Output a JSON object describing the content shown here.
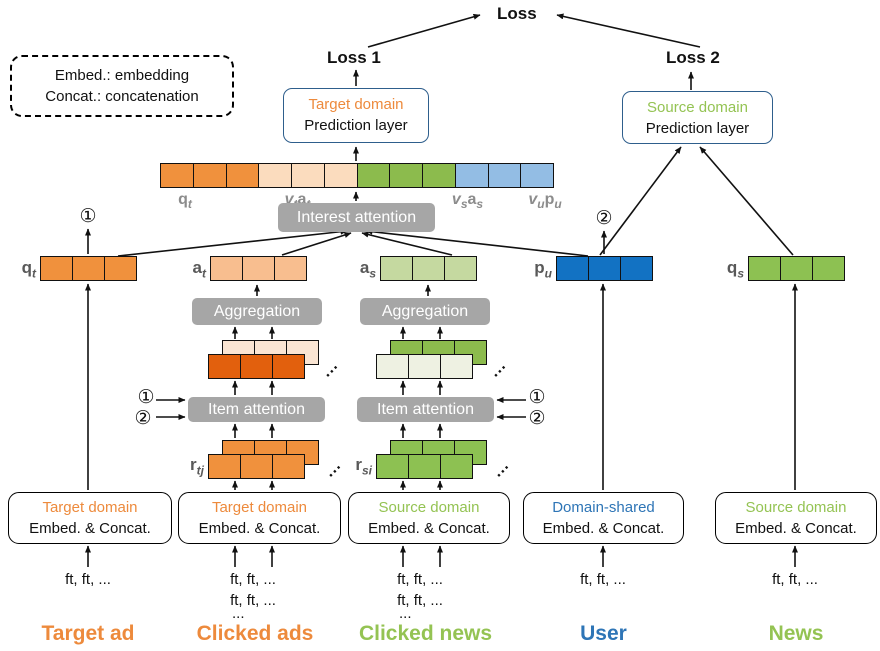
{
  "losses": {
    "root": "Loss",
    "loss1": "Loss 1",
    "loss2": "Loss 2"
  },
  "legend": {
    "line1": "Embed.: embedding",
    "line2": "Concat.: concatenation"
  },
  "prediction_boxes": {
    "target": {
      "domain": "Target domain",
      "layer": "Prediction layer"
    },
    "source": {
      "domain": "Source domain",
      "layer": "Prediction layer"
    }
  },
  "attention": {
    "interest": "Interest attention",
    "item": "Item attention",
    "aggregation": "Aggregation"
  },
  "markers": {
    "one": "①",
    "two": "②"
  },
  "bar_labels": {
    "qt": {
      "main": "q",
      "sub": "t"
    },
    "vtat": {
      "v": "v",
      "vsub": "t",
      "a": "a",
      "asub": "t"
    },
    "vsas": {
      "v": "v",
      "vsub": "s",
      "a": "a",
      "asub": "s"
    },
    "vupu": {
      "v": "v",
      "vsub": "u",
      "a": "p",
      "asub": "u"
    }
  },
  "vectors": {
    "qt": {
      "main": "q",
      "sub": "t"
    },
    "at": {
      "main": "a",
      "sub": "t"
    },
    "as": {
      "main": "a",
      "sub": "s"
    },
    "pu": {
      "main": "p",
      "sub": "u"
    },
    "qs": {
      "main": "q",
      "sub": "s"
    },
    "rtj": {
      "main": "r",
      "sub": "tj"
    },
    "rsi": {
      "main": "r",
      "sub": "si"
    }
  },
  "embed_boxes": {
    "target_ad": {
      "domain": "Target domain",
      "op": "Embed. & Concat."
    },
    "clicked_ads": {
      "domain": "Target domain",
      "op": "Embed. & Concat."
    },
    "clicked_news": {
      "domain": "Source domain",
      "op": "Embed. & Concat."
    },
    "user": {
      "domain": "Domain-shared",
      "op": "Embed. & Concat."
    },
    "news": {
      "domain": "Source domain",
      "op": "Embed. & Concat."
    }
  },
  "features": {
    "ft": "ft, ft, ...",
    "dots": "...",
    "ellipsis": "..."
  },
  "bottom_labels": {
    "target_ad": "Target ad",
    "clicked_ads": "Clicked ads",
    "clicked_news": "Clicked news",
    "user": "User",
    "news": "News"
  },
  "colors": {
    "orange_text": "#ED8A3C",
    "orange_fill": "#F0913D",
    "dark_orange": "#E2600D",
    "peach": "#FBDCBE",
    "pale_peach": "#FAE5D3",
    "light_orange": "#F8BE8F",
    "green_text": "#94C353",
    "green_fill": "#8CBB4D",
    "bright_green": "#8DC152",
    "light_green": "#C5D9A0",
    "pale_green": "#EEF1E2",
    "light_blue": "#93BDE4",
    "dark_blue": "#1272C3",
    "blue_text": "#2E75B6",
    "prediction_border": "#2E5E8C",
    "attention_gray": "#A6A6A6",
    "gray_label": "#8C8C8C"
  }
}
